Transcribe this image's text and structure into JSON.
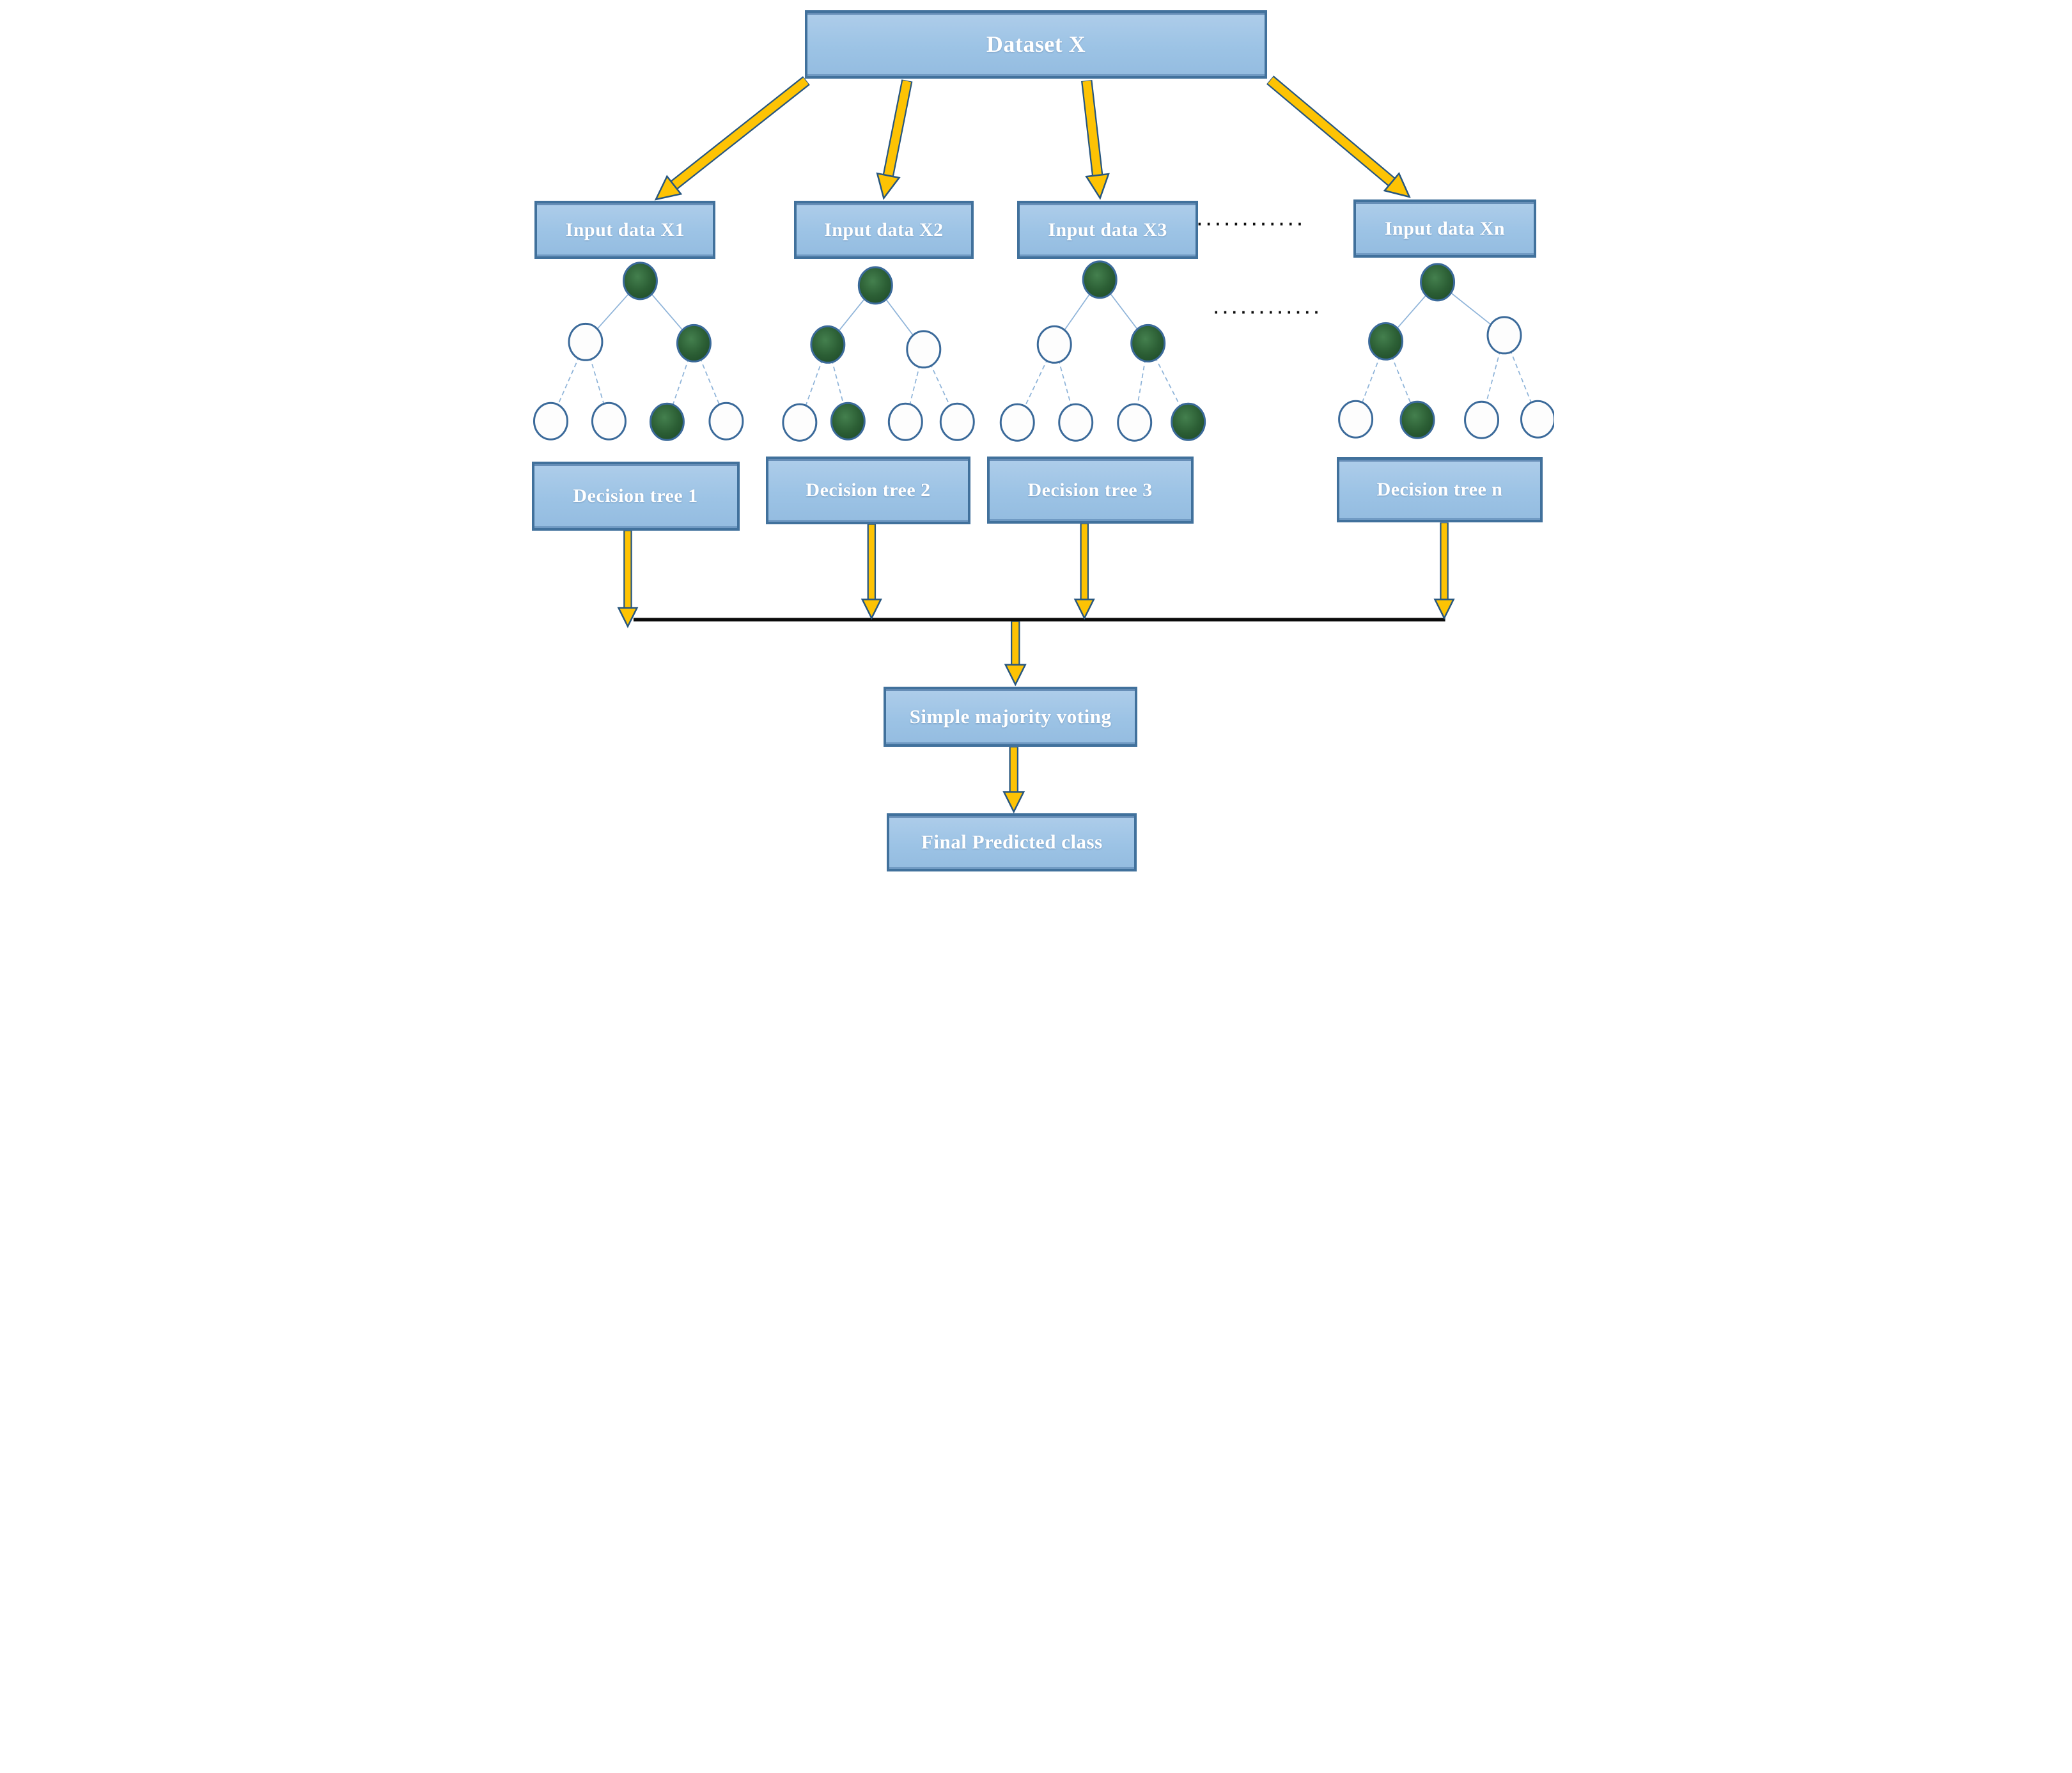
{
  "diagram": {
    "dataset": {
      "label": "Dataset X"
    },
    "inputs": [
      {
        "label": "Input data X1"
      },
      {
        "label": "Input data X2"
      },
      {
        "label": "Input data X3"
      },
      {
        "label": "Input data Xn"
      }
    ],
    "decisions": [
      {
        "label": "Decision tree 1"
      },
      {
        "label": "Decision tree 2"
      },
      {
        "label": "Decision tree 3"
      },
      {
        "label": "Decision tree n"
      }
    ],
    "voting": {
      "label": "Simple majority voting"
    },
    "final": {
      "label": "Final Predicted class"
    },
    "dots": {
      "row1": "............",
      "row2": "............"
    },
    "trees": [
      {
        "name": "decision-tree-1",
        "filled": [
          1,
          0,
          1,
          0,
          0,
          1,
          0
        ]
      },
      {
        "name": "decision-tree-2",
        "filled": [
          1,
          1,
          0,
          0,
          1,
          0,
          0
        ]
      },
      {
        "name": "decision-tree-3",
        "filled": [
          1,
          0,
          1,
          0,
          0,
          0,
          1
        ]
      },
      {
        "name": "decision-tree-n",
        "filled": [
          1,
          1,
          0,
          0,
          1,
          0,
          0
        ]
      }
    ],
    "colors": {
      "box_fill": "#9cc3e5",
      "box_border": "#41719c",
      "box_text": "#ffffff",
      "arrow_fill": "#fdc304",
      "arrow_outline": "#27567f",
      "node_green_light": "#44804e",
      "node_green_dark": "#1e4a28",
      "node_white": "#fdfdfd",
      "node_stroke": "#3b6a9a",
      "edge": "#8fb4d9",
      "collector_line": "#0a0a0a",
      "dots_color": "#0d0d0d"
    }
  }
}
